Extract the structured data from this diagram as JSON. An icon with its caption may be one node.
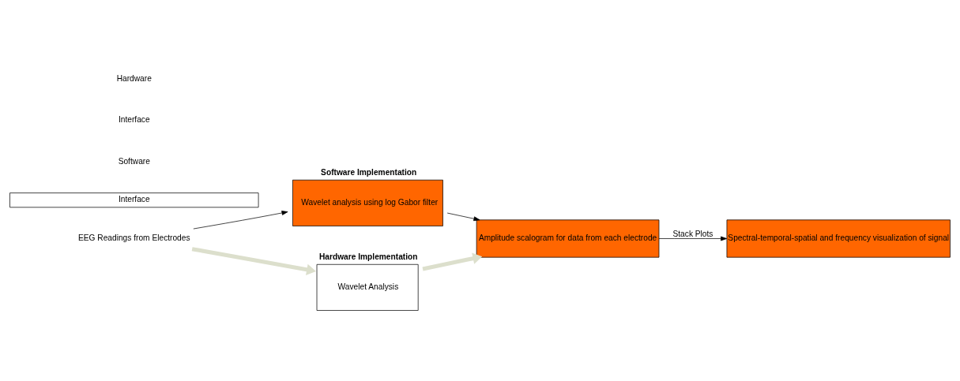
{
  "diagram": {
    "nodes": [
      {
        "text": [
          "EEG Readings from Electrodes"
        ]
      },
      {
        "text": [
          "Software Implementation",
          "Wavelet analysis using log Gabor filter"
        ]
      },
      {
        "text": [
          "Amplitude scalogram for data from each electrode"
        ]
      },
      {
        "text": [
          "Spectral-temporal-spatial and frequency visualization of signal"
        ]
      },
      {
        "text": [
          "Interface"
        ]
      },
      {
        "text": [
          "Hardware Implementation",
          "Wavelet Analysis"
        ]
      }
    ],
    "edges": [
      {
        "from": 0,
        "to": 1,
        "arrow": "to"
      },
      {
        "from": 1,
        "to": 2,
        "arrow": "to"
      },
      {
        "from": 2,
        "to": 3,
        "arrow": "to",
        "label": "Stack Plots"
      },
      {
        "from": 0,
        "to": 5,
        "arrow": "to",
        "style": "thick",
        "color": "#dcdfcc"
      },
      {
        "from": 5,
        "to": 2,
        "arrow": "to",
        "style": "thick",
        "color": "#dcdfcc"
      }
    ],
    "labels": [
      "Software",
      "Interface",
      "Hardware"
    ]
  }
}
